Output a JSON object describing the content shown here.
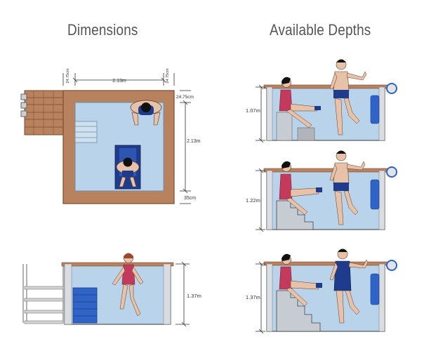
{
  "headings": {
    "dimensions": "Dimensions",
    "available_depths": "Available Depths"
  },
  "plan": {
    "width_label": "2.13m",
    "length_label": "2.13m",
    "deck_top_left": "24.75cm",
    "deck_top_right": "24.75cm",
    "deck_right": "24.75cm",
    "bottom_margin": "35cm"
  },
  "section": {
    "depth_label": "1.37m"
  },
  "depths": [
    {
      "label": "1.07m"
    },
    {
      "label": "1.22m"
    },
    {
      "label": "1.37m"
    }
  ],
  "colors": {
    "water": "#b9d3ea",
    "wood": "#b9825f",
    "wood_dark": "#7a4a2e",
    "trunks": "#1f3c8c",
    "swimsuit": "#c43a5c",
    "skin": "#e8c2a8"
  }
}
